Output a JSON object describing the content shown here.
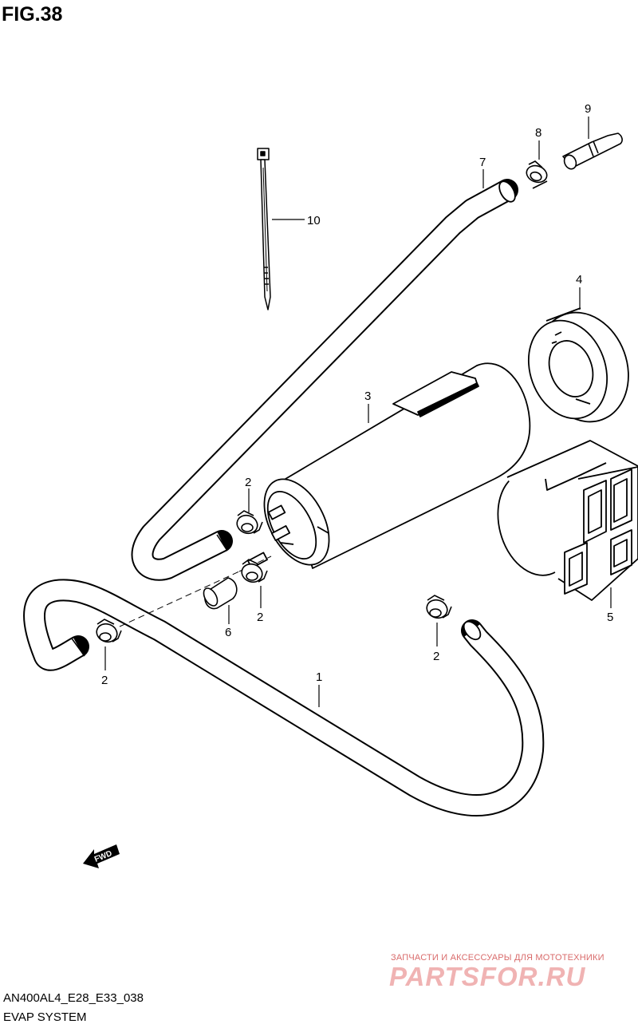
{
  "figure": {
    "title": "FIG.38"
  },
  "callouts": {
    "c1": "1",
    "c2a": "2",
    "c2b": "2",
    "c2c": "2",
    "c2d": "2",
    "c3": "3",
    "c4": "4",
    "c5": "5",
    "c6": "6",
    "c7": "7",
    "c8": "8",
    "c9": "9",
    "c10": "10"
  },
  "fwd_arrow": {
    "label": "FWD"
  },
  "footer": {
    "model_code": "AN400AL4_E28_E33_038",
    "section_name": "EVAP SYSTEM"
  },
  "watermark": {
    "tagline": "ЗАПЧАСТИ И АКСЕССУАРЫ ДЛЯ МОТОТЕХНИКИ",
    "logo": "PARTSFOR.RU"
  },
  "colors": {
    "line": "#000000",
    "background": "#ffffff",
    "watermark": "#e8a0a0"
  }
}
